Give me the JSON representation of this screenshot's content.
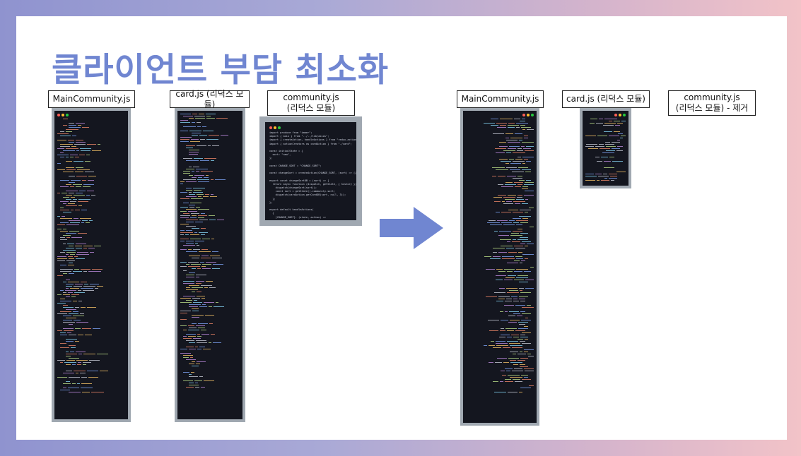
{
  "title": "클라이언트 부담 최소화",
  "before": {
    "main_label": "MainCommunity.js",
    "card_label": "card.js (리덕스 모듈)",
    "community_label_line1": "community.js",
    "community_label_line2": "(리덕스 모듈)",
    "community_code": "import produce from \"immer\";\nimport { axis } from \"../../lib/axios\";\nimport { createAction, handleActions } from \"redux-actions\";\nimport { actionCreators as cardAction } from \"./card\";\n\nconst initialState = {\n  sort: \"new\",\n};\n\nconst CHANGE_SORT = \"CHANGE_SORT\";\n\nconst changeSort = createAction(CHANGE_SORT, (sort) => ({ sort }));\n\nexport const changeSortDB = (sort) => {\n  return async function (dispatch, getState, { history }) {\n    dispatch(changeSort(sort));\n    const sort = getState().community.sort;\n    dispatch(cardAction.getCardDB(sort, null, 3));\n  };\n};\n\nexport default handleActions(\n  {\n    [CHANGE_SORT]: (state, action) =>\n      produce(state, (draft) => {\n        draft.sort = action.payload.sort;\n      }),\n  },\n  initialState\n);"
  },
  "after": {
    "main_label": "MainCommunity.js",
    "card_label": "card.js (리덕스 모듈)",
    "community_label_line1": "community.js",
    "community_label_line2": "(리덕스 모듈) - 제거"
  },
  "colors": {
    "accent": "#7086d1",
    "code_bg": "#14161f",
    "frame": "#a0a8b1"
  }
}
